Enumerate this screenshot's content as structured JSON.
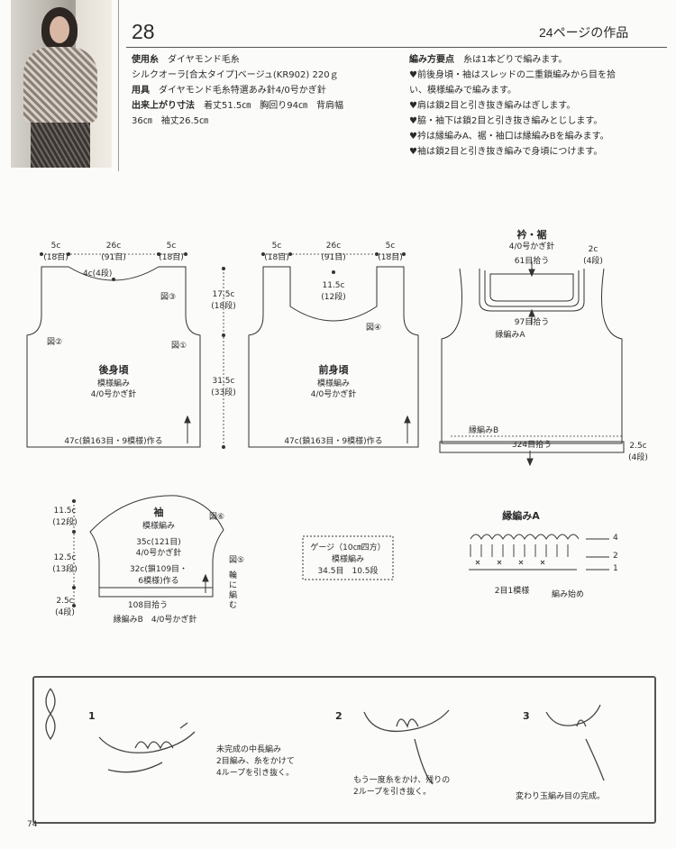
{
  "header": {
    "number": "28",
    "work_ref": "24ページの作品"
  },
  "info": {
    "yarn_label": "使用糸",
    "yarn_brand": "ダイヤモンド毛糸",
    "yarn_detail": "シルクオーラ[合太タイプ]ベージュ(KR902) 220ｇ",
    "tools_label": "用具",
    "tools_detail": "ダイヤモンド毛糸特選あみ針4/0号かぎ針",
    "size_label": "出来上がり寸法",
    "size_detail": "着丈51.5㎝　胸回り94㎝　背肩幅",
    "size_detail2": "36㎝　袖丈26.5㎝"
  },
  "method": {
    "label": "編み方要点",
    "intro": "糸は1本どりで編みます。",
    "points": [
      "♥前後身頃・袖はスレッドの二重鎖編みから目を拾",
      "い、模様編みで編みます。",
      "♥肩は鎖2目と引き抜き編みはぎします。",
      "♥脇・袖下は鎖2目と引き抜き編みとじします。",
      "♥衿は縁編みA、裾・袖口は縁編みBを編みます。",
      "♥袖は鎖2目と引き抜き編みで身頃につけます。"
    ]
  },
  "back": {
    "w_side_l": "5c",
    "w_side_l_rows": "(18目)",
    "w_neck": "26c",
    "w_neck_rows": "(91目)",
    "w_side_r": "5c",
    "w_side_r_rows": "(18目)",
    "neck_depth": "4c(4段)",
    "fig3": "図③",
    "fig2": "図②",
    "fig1": "図①",
    "title": "後身頃",
    "pattern": "模様編み",
    "hook": "4/0号かぎ針",
    "bottom": "47c(鎖163目・9模様)作る",
    "armhole": "17.5c",
    "armhole_rows": "(18段)",
    "body": "31.5c",
    "body_rows": "(33段)"
  },
  "front": {
    "w_side_l": "5c",
    "w_side_l_rows": "(18目)",
    "w_neck": "26c",
    "w_neck_rows": "(91目)",
    "w_side_r": "5c",
    "w_side_r_rows": "(18目)",
    "neck_depth": "11.5c",
    "neck_depth_rows": "(12段)",
    "fig4": "図④",
    "title": "前身頃",
    "pattern": "模様編み",
    "hook": "4/0号かぎ針",
    "bottom": "47c(鎖163目・9模様)作る"
  },
  "collar": {
    "title": "衿・裾",
    "hook": "4/0号かぎ針",
    "pick_top": "61目拾う",
    "pick_mid": "97目拾う",
    "edge_a": "縁編みA",
    "edge_b": "縁編みB",
    "w": "2c",
    "w_rows": "(4段)",
    "hem": "324目拾う",
    "hem_h": "2.5c",
    "hem_h_rows": "(4段)"
  },
  "sleeve": {
    "title": "袖",
    "pattern": "模様編み",
    "top_w": "35c(121目)",
    "hook": "4/0号かぎ針",
    "bottom_w": "32c(鎖109目・",
    "bottom_w2": "6模様)作る",
    "cap": "11.5c",
    "cap_rows": "(12段)",
    "body": "12.5c",
    "body_rows": "(13段)",
    "cuff": "2.5c",
    "cuff_rows": "(4段)",
    "pick": "108目拾う",
    "edge": "縁編みB　4/0号かぎ針",
    "fig6": "図⑥",
    "fig5": "図⑤",
    "ring": "輪に編む"
  },
  "gauge": {
    "title": "ゲージ（10㎝四方）",
    "pattern": "模様編み",
    "value": "34.5目　10.5段"
  },
  "edging_a": {
    "title": "縁編みA",
    "rows": [
      "4",
      "2",
      "1"
    ],
    "repeat": "2目1模様",
    "start": "編み始め"
  },
  "tutorial": {
    "step1": "1",
    "step1_text": [
      "未完成の中長編み",
      "2目編み、糸をかけて",
      "4ループを引き抜く。"
    ],
    "step2": "2",
    "step2_text": [
      "もう一度糸をかけ、残りの",
      "2ループを引き抜く。"
    ],
    "step3": "3",
    "step3_text": [
      "変わり玉編み目の完成。"
    ]
  },
  "page_number": "74"
}
